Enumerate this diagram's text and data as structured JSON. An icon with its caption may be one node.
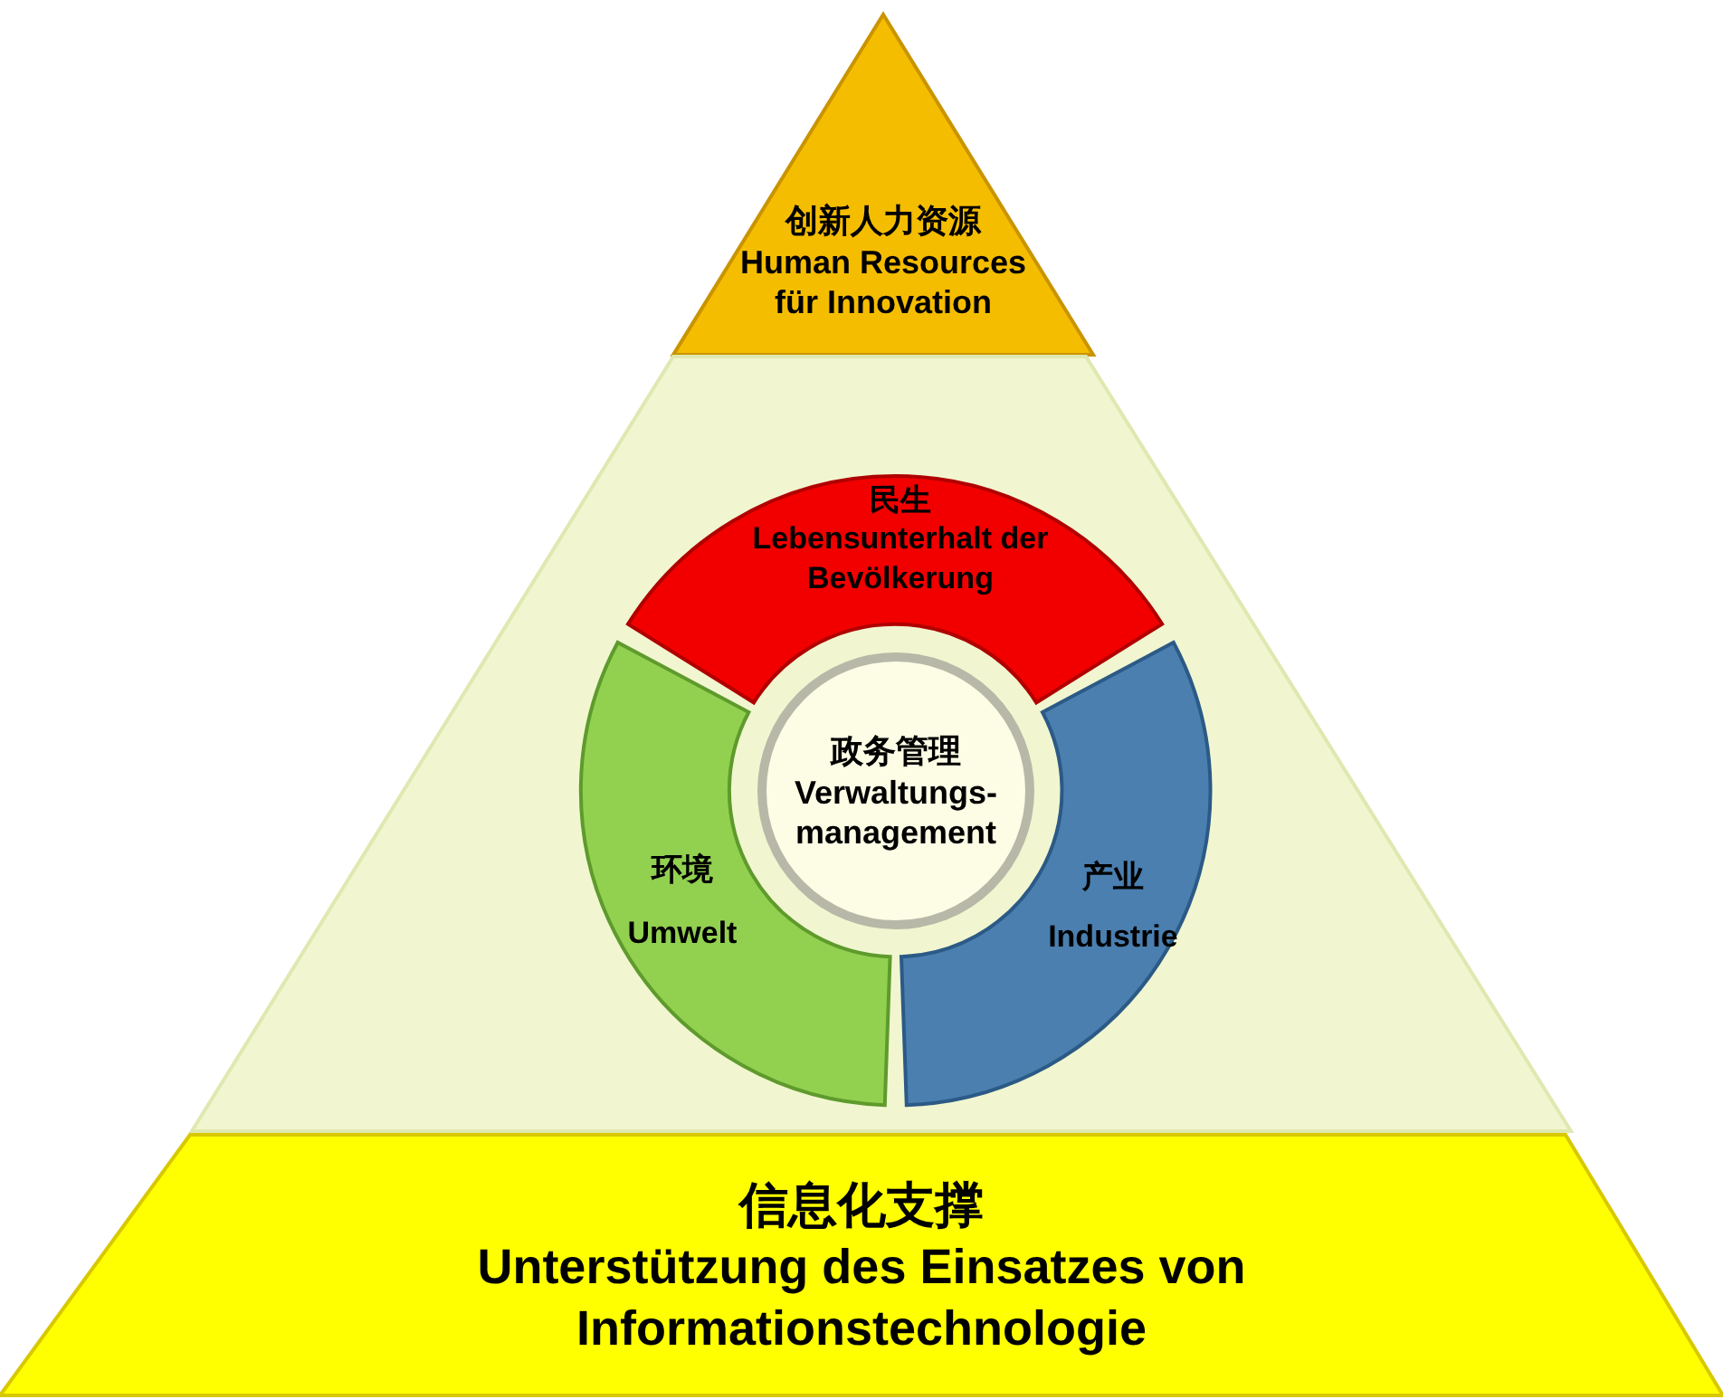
{
  "diagram": {
    "nodes": [
      {
        "text": [
          "创新人力资源",
          "Human Resources für Innovation"
        ]
      },
      {
        "text": [],
        "shape": "trapezoid"
      },
      {
        "text": [
          "民生",
          "Lebensunterhalt der Bevölkerung"
        ],
        "in": 1
      },
      {
        "text": [
          "政务管理",
          "Verwaltungs- management"
        ],
        "in": 1
      },
      {
        "text": [
          "环境",
          "Umwelt"
        ],
        "in": 1
      },
      {
        "text": [
          "产业",
          "Industrie"
        ],
        "in": 1
      },
      {
        "text": [
          "信息化支撑",
          "Unterstützung des Einsatzes von Informationstechnologie"
        ]
      }
    ]
  }
}
